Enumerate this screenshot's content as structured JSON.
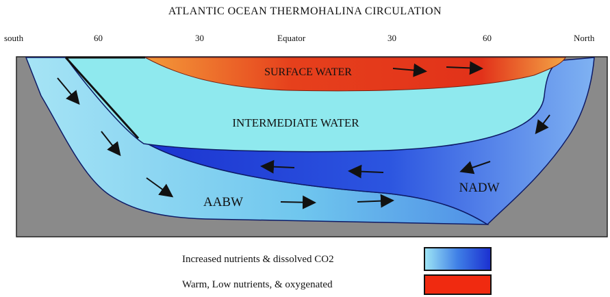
{
  "title": "ATLANTIC OCEAN THERMOHALINA CIRCULATION",
  "axis_labels": {
    "south": "south",
    "lat_60_s": "60",
    "lat_30_s": "30",
    "equator": "Equator",
    "lat_30_n": "30",
    "lat_60_n": "60",
    "north": "North"
  },
  "water_masses": {
    "surface": "SURFACE WATER",
    "intermediate": "INTERMEDIATE WATER",
    "nadw": "NADW",
    "aabw": "AABW"
  },
  "legend": {
    "nutrients_label": "Increased nutrients & dissolved CO2",
    "warm_label": "Warm, Low nutrients, & oxygenated"
  },
  "colors": {
    "seafloor": "#8a8a8a",
    "surface_water": "#e2321a",
    "intermediate_water": "#8fe9ee",
    "deep_blue": "#1f3fd6",
    "light_blue": "#8cd3ef",
    "warm_swatch": "#f02a10"
  }
}
